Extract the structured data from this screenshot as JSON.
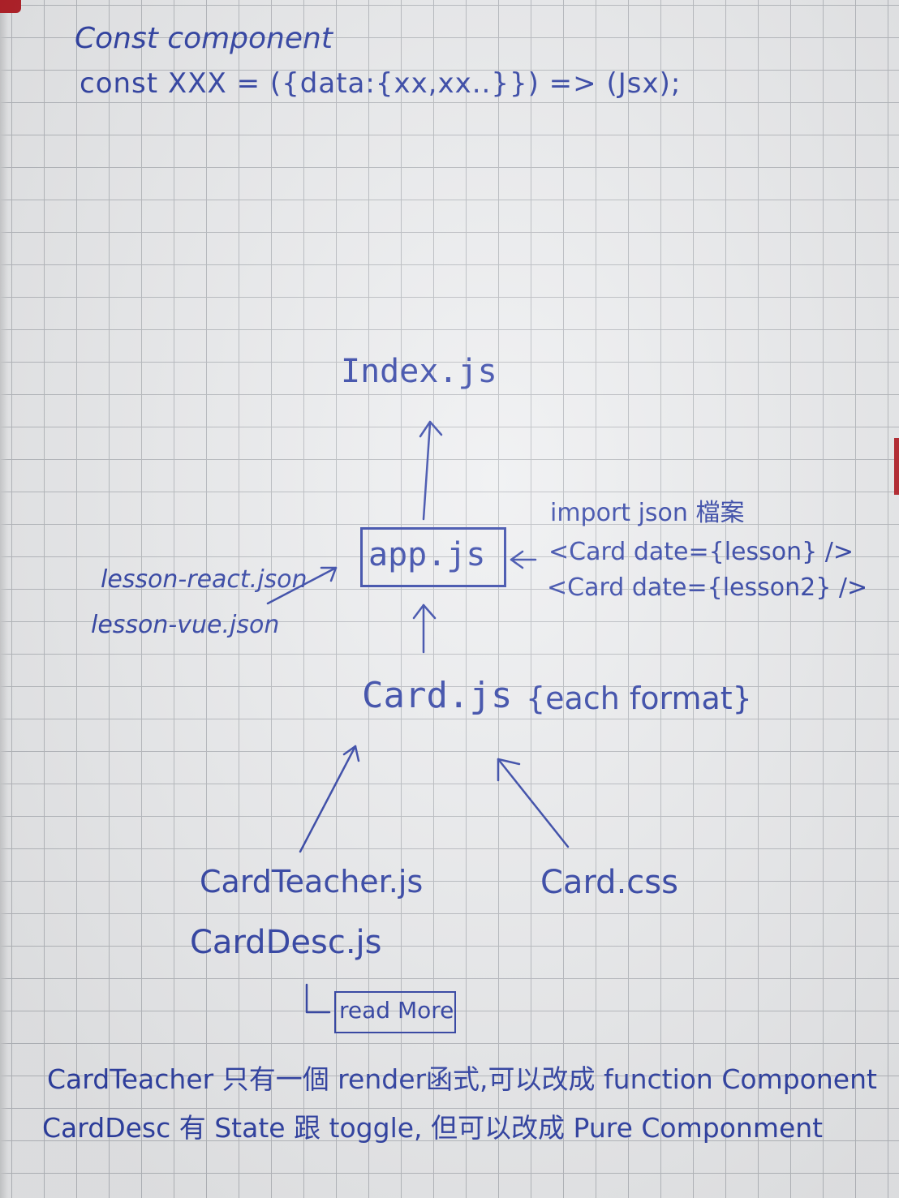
{
  "header": {
    "line1": "Const component",
    "line2": "const XXX = ({data:{xx,xx..}}) => (Jsx);"
  },
  "nodes": {
    "index": "Index.js",
    "app": "app.js",
    "card": "Card.js",
    "card_note": "{each format}",
    "card_teacher": "CardTeacher.js",
    "card_desc": "CardDesc.js",
    "read_more": "read More",
    "card_css": "Card.css",
    "lesson_react": "lesson-react.json",
    "lesson_vue": "lesson-vue.json"
  },
  "annotations": {
    "import_line": "import json 檔案",
    "card_line1": "<Card date={lesson} />",
    "card_line2": "<Card date={lesson2} />"
  },
  "notes": {
    "line1": "CardTeacher 只有一個 render函式,可以改成 function Component",
    "line2": "CardDesc 有 State 跟 toggle, 但可以改成 Pure Componment"
  },
  "style": {
    "ink_color": "#2f41a6",
    "paper_color": "#eeeff1",
    "grid_color": "#b9bcc1"
  }
}
